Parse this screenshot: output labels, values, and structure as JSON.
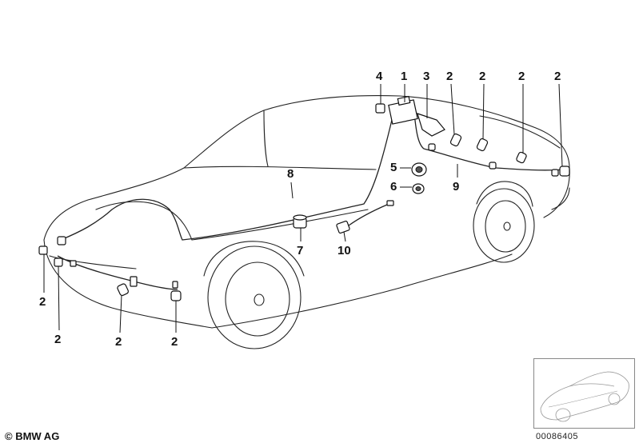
{
  "callouts": [
    {
      "id": "c4",
      "label": "4"
    },
    {
      "id": "c1",
      "label": "1"
    },
    {
      "id": "c3",
      "label": "3"
    },
    {
      "id": "c2a",
      "label": "2"
    },
    {
      "id": "c2b",
      "label": "2"
    },
    {
      "id": "c2c",
      "label": "2"
    },
    {
      "id": "c2d",
      "label": "2"
    },
    {
      "id": "c8",
      "label": "8"
    },
    {
      "id": "c5",
      "label": "5"
    },
    {
      "id": "c6",
      "label": "6"
    },
    {
      "id": "c9",
      "label": "9"
    },
    {
      "id": "c7",
      "label": "7"
    },
    {
      "id": "c10",
      "label": "10"
    },
    {
      "id": "c2e",
      "label": "2"
    },
    {
      "id": "c2f",
      "label": "2"
    },
    {
      "id": "c2g",
      "label": "2"
    },
    {
      "id": "c2h",
      "label": "2"
    }
  ],
  "footer": {
    "copyright": "© BMW AG",
    "catalog_number": "00086405"
  }
}
